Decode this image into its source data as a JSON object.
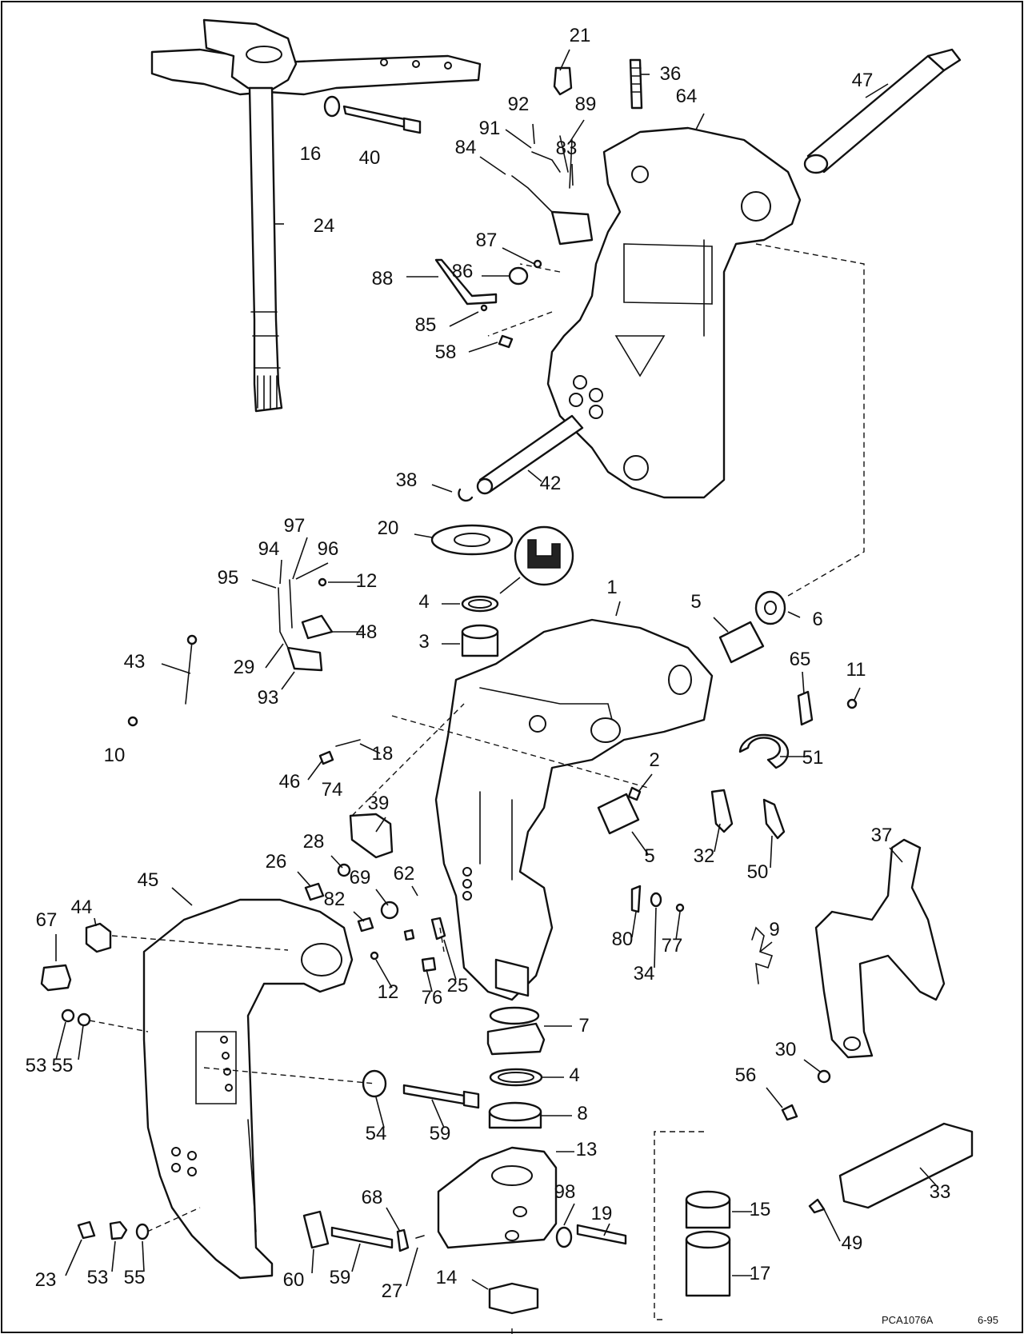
{
  "diagram": {
    "part_numbers": [
      "1",
      "2",
      "3",
      "4",
      "5",
      "6",
      "7",
      "8",
      "9",
      "10",
      "11",
      "12",
      "13",
      "14",
      "15",
      "16",
      "17",
      "18",
      "19",
      "20",
      "21",
      "23",
      "24",
      "25",
      "26",
      "27",
      "28",
      "29",
      "30",
      "32",
      "33",
      "34",
      "36",
      "37",
      "38",
      "39",
      "40",
      "42",
      "43",
      "44",
      "45",
      "46",
      "47",
      "48",
      "49",
      "50",
      "51",
      "53",
      "54",
      "55",
      "56",
      "58",
      "59",
      "60",
      "62",
      "64",
      "65",
      "67",
      "68",
      "69",
      "74",
      "76",
      "77",
      "80",
      "82",
      "83",
      "84",
      "85",
      "86",
      "87",
      "88",
      "89",
      "91",
      "92",
      "93",
      "94",
      "95",
      "96",
      "97",
      "98"
    ],
    "drawing_code": "PCA1076A",
    "drawing_date": "6-95"
  }
}
